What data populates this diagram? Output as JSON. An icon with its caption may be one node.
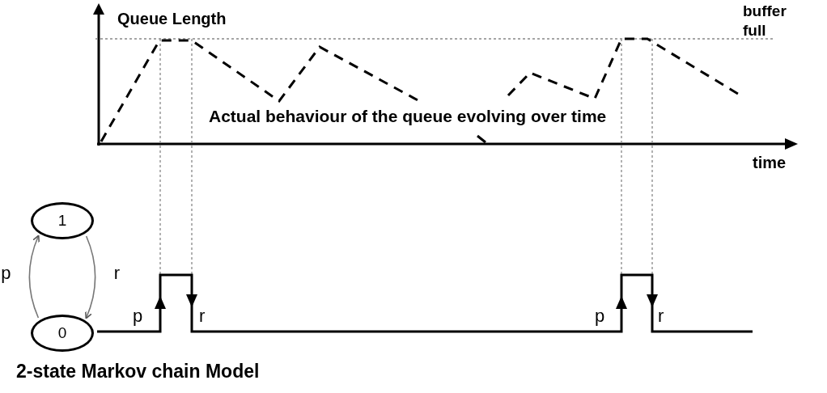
{
  "diagram": {
    "nodes": [
      {
        "text": [
          "1"
        ]
      },
      {
        "text": [
          "0"
        ]
      }
    ],
    "edges": [
      {
        "from": 1,
        "to": 0,
        "arrow": "to",
        "label": "p"
      },
      {
        "from": 0,
        "to": 1,
        "arrow": "to",
        "label": "r"
      }
    ],
    "labels": [
      "Queue Length",
      "buffer full",
      "Actual behaviour of the queue evolving over time",
      "time",
      "p",
      "r",
      "p",
      "r",
      "2-state Markov chain Model"
    ]
  }
}
